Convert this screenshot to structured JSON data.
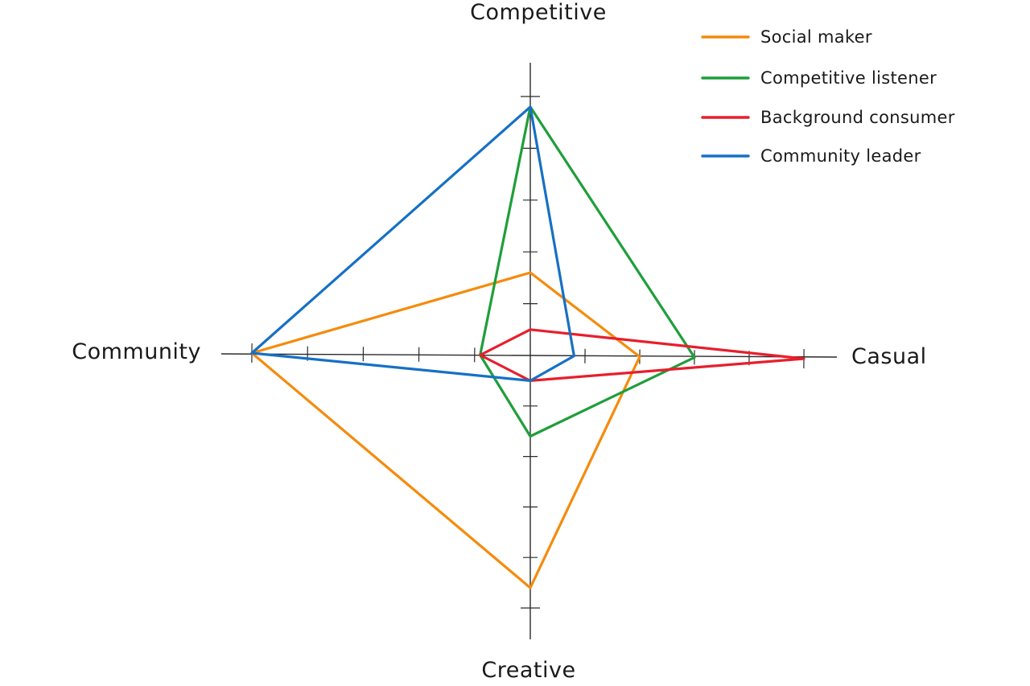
{
  "chart_data": {
    "type": "radar",
    "axes": [
      "Competitive",
      "Casual",
      "Creative",
      "Community"
    ],
    "scale_max": 5,
    "ticks_per_axis": 5,
    "legend_placement": "top-right",
    "series": [
      {
        "name": "Social maker",
        "color": "#f58b0d",
        "values": [
          1.6,
          2.0,
          4.6,
          5.0
        ]
      },
      {
        "name": "Competitive listener",
        "color": "#1f9e3a",
        "values": [
          4.8,
          3.0,
          1.6,
          0.9
        ]
      },
      {
        "name": "Background consumer",
        "color": "#e81e2c",
        "values": [
          0.5,
          5.0,
          0.5,
          0.9
        ]
      },
      {
        "name": "Community leader",
        "color": "#1670c4",
        "values": [
          4.8,
          0.8,
          0.5,
          5.0
        ]
      }
    ]
  }
}
